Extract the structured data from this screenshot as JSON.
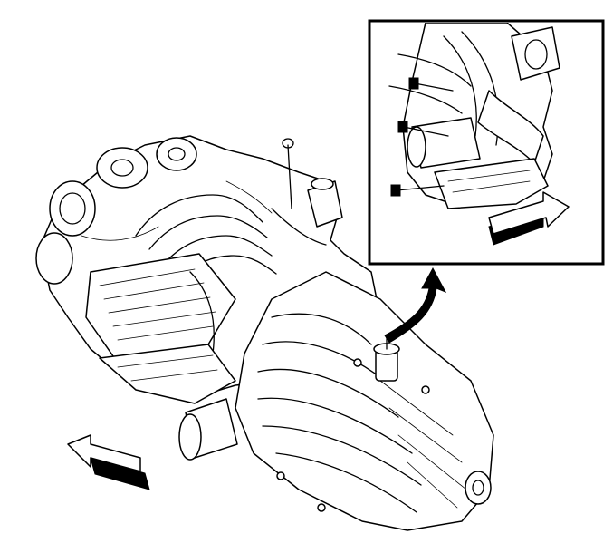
{
  "figure": {
    "type": "technical-line-drawing",
    "subject": "engine-and-transmission-assembly",
    "ink_color": "#000000",
    "background_color": "#ffffff"
  },
  "detail_view": {
    "subject": "transmission-mounting-bolts-detail",
    "bolt_count": 3,
    "direction_arrow": "pointing-right"
  },
  "callout": {
    "direction": "curved-arrow-up-right-to-detail"
  },
  "main_direction_arrow": {
    "direction": "pointing-left-front"
  }
}
